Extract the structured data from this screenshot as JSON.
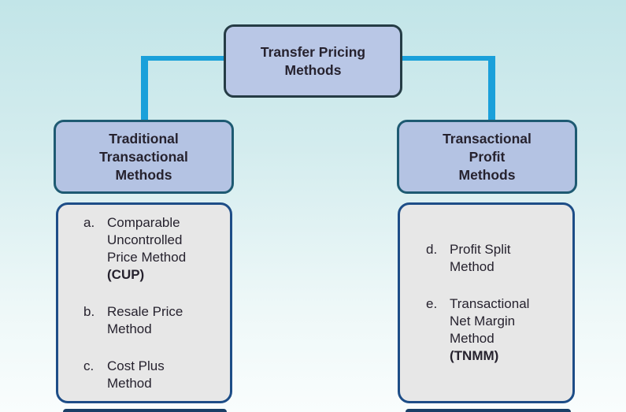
{
  "root_box": {
    "label": "Transfer Pricing\nMethods"
  },
  "branches": [
    {
      "header": "Traditional\nTransactional\nMethods",
      "items": [
        {
          "letter": "a.",
          "text": "Comparable\nUncontrolled\nPrice Method\n",
          "bold": "(CUP)"
        },
        {
          "letter": "b.",
          "text": "Resale Price\nMethod"
        },
        {
          "letter": "c.",
          "text": "Cost Plus\nMethod"
        }
      ]
    },
    {
      "header": "Transactional\nProfit\nMethods",
      "items": [
        {
          "letter": "d.",
          "text": "Profit Split\nMethod"
        },
        {
          "letter": "e.",
          "text": "Transactional\nNet Margin\nMethod\n",
          "bold": "(TNMM)"
        }
      ]
    }
  ],
  "colors": {
    "background_top": "#c2e5e8",
    "background_bottom": "#f9fdfd",
    "connector": "#1aa0da",
    "root_box_fill": "#b9c7e6",
    "root_box_border": "#253c45",
    "header_fill": "#b4c3e3",
    "header_border": "#1e5a72",
    "list_fill": "#e7e7e7",
    "list_border": "#1d4d87",
    "text": "#26222e",
    "cutoff_bar": "#1a3f66"
  }
}
